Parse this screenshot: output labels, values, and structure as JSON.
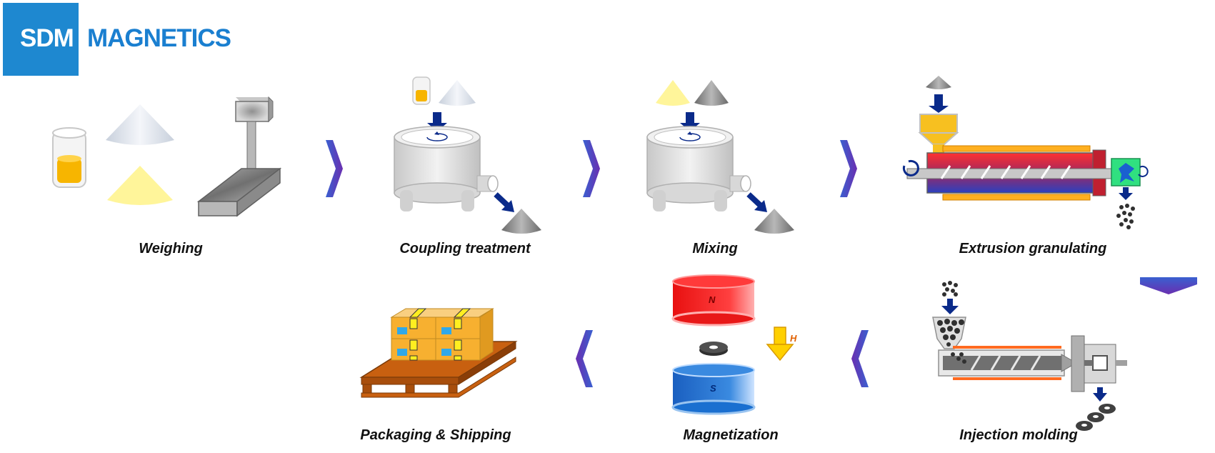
{
  "brand": {
    "part1": "SDM",
    "part2": "MAGNETICS"
  },
  "steps": [
    {
      "label": "Weighing"
    },
    {
      "label": "Coupling treatment"
    },
    {
      "label": "Mixing"
    },
    {
      "label": "Extrusion granulating"
    },
    {
      "label": "Injection molding"
    },
    {
      "label": "Magnetization"
    },
    {
      "label": "Packaging & Shipping"
    }
  ],
  "magnet": {
    "north_label": "N",
    "south_label": "S",
    "field_label": "H"
  },
  "colors": {
    "brand_blue": "#1e88d0",
    "flow_arrow": "#5b3fb3",
    "feed_arrow": "#0a2a8a",
    "powder_yellow": "#fff59a",
    "powder_gray": "#9a9a9a",
    "magnet_red": "#e81818",
    "magnet_blue": "#1a6fd0"
  }
}
